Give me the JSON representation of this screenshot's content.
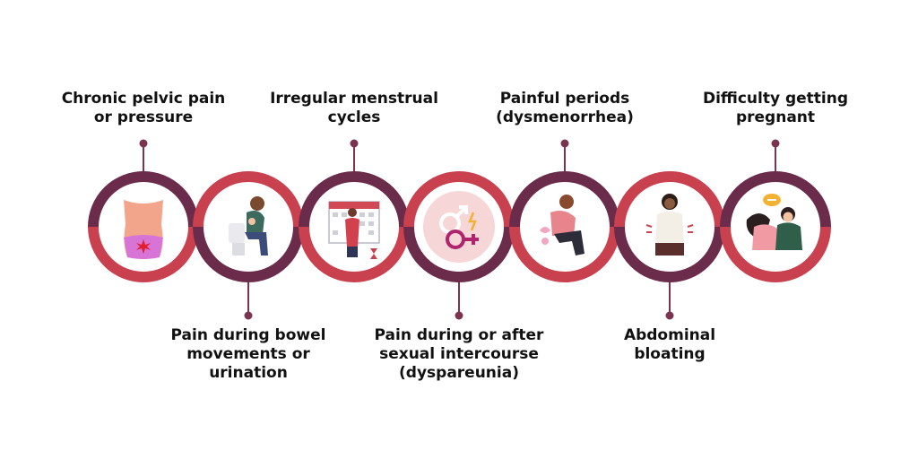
{
  "colors": {
    "dark": "#6b2b4a",
    "red": "#c9414f",
    "pink_bg": "#f7d6d8",
    "connector": "#7a3450"
  },
  "symptoms": [
    {
      "line1": "Chronic pelvic pain",
      "line2": "or pressure",
      "line3": "",
      "position": "top",
      "icon": "pelvic-pain-icon"
    },
    {
      "line1": "Pain during bowel",
      "line2": "movements or",
      "line3": "urination",
      "position": "bottom",
      "icon": "toilet-woman-icon"
    },
    {
      "line1": "Irregular menstrual",
      "line2": "cycles",
      "line3": "",
      "position": "top",
      "icon": "calendar-cycle-icon"
    },
    {
      "line1": "Pain during or after",
      "line2": "sexual intercourse",
      "line3": "(dyspareunia)",
      "position": "bottom",
      "icon": "gender-symbols-icon"
    },
    {
      "line1": "Painful periods",
      "line2": "(dysmenorrhea)",
      "line3": "",
      "position": "top",
      "icon": "period-pain-woman-icon"
    },
    {
      "line1": "Abdominal",
      "line2": "bloating",
      "line3": "",
      "position": "bottom",
      "icon": "bloating-woman-icon"
    },
    {
      "line1": "Difficulty getting",
      "line2": "pregnant",
      "line3": "",
      "position": "top",
      "icon": "couple-icon"
    }
  ]
}
